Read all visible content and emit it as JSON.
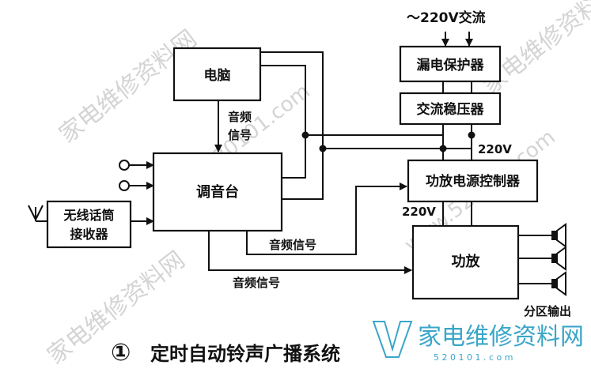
{
  "diagram": {
    "ac_input": "～220V交流",
    "blocks": {
      "computer": "电脑",
      "leakage_protector": "漏电保护器",
      "ac_stabilizer": "交流稳压器",
      "mixer": "调音台",
      "power_controller": "功放电源控制器",
      "wireless_receiver_line1": "无线话筒",
      "wireless_receiver_line2": "接收器",
      "amplifier": "功放"
    },
    "labels": {
      "audio_signal_v1": "音频",
      "audio_signal_v2": "信号",
      "audio_signal_h1": "音频信号",
      "audio_signal_h2": "音频信号",
      "v220_top": "220V",
      "v220_left": "220V",
      "zone_output": "分区输出"
    },
    "caption_number": "①",
    "caption": "定时自动铃声广播系统"
  },
  "watermark": {
    "text": "家电维修资料网",
    "site": "www.520101.com",
    "logo_cn": "家电维修资料网",
    "logo_url": "5 2 0 1 0 1 . c o m",
    "color": "#3aa6c8"
  }
}
